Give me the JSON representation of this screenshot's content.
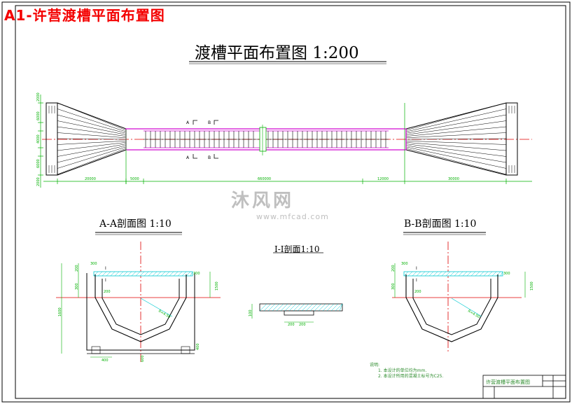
{
  "sheet_title": "A1-许营渡槽平面布置图",
  "plan_title": "渡槽平面布置图 1:200",
  "section_aa_title": "A-A剖面图 1:10",
  "section_bb_title": "B-B剖面图 1:10",
  "section_ii_title": "I-I剖面1:10",
  "watermark": {
    "brand": "沐风网",
    "url": "www.mfcad.com"
  },
  "plan_markers": {
    "a": "A",
    "b": "B"
  },
  "plan_dims_bottom": [
    "20000",
    "5000",
    "660000",
    "12000",
    "30000"
  ],
  "plan_dims_left": [
    "2000",
    "6000",
    "4000",
    "6000",
    "2000"
  ],
  "aa_dims": [
    "200",
    "300",
    "1600",
    "200",
    "1500",
    "400",
    "400",
    "R=4.50",
    "600"
  ],
  "bb_dims": [
    "200",
    "300",
    "200",
    "1500",
    "R=4.50"
  ],
  "ii_dims": [
    "200",
    "200",
    "100"
  ],
  "notes": {
    "heading": "说明:",
    "items": [
      "1. 本设计的单位均为mm.",
      "2. 本设计所用的混凝土标号为C25."
    ]
  },
  "title_block": {
    "drawing_name": "许营渡槽平面布置图"
  },
  "colors": {
    "title_red": "#f40000",
    "dim_green": "#00b000",
    "aqueduct_magenta": "#d000d0",
    "hatch_cyan": "#00c8d0",
    "axis_red": "#e00000"
  }
}
